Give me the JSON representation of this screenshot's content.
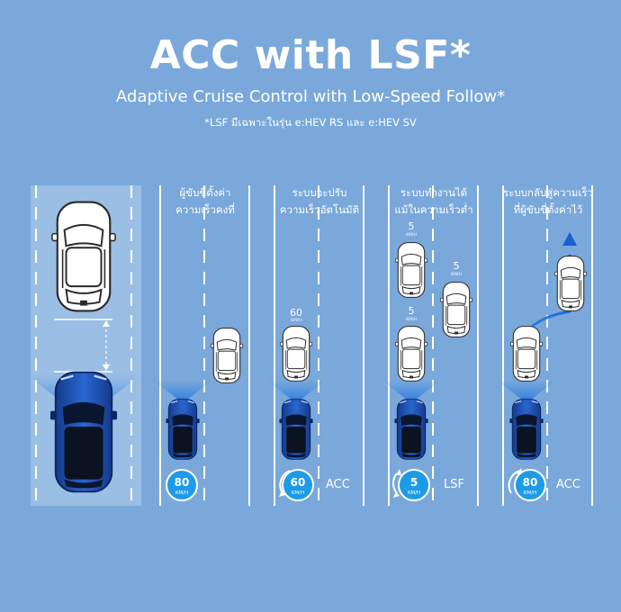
{
  "header": {
    "title": "ACC with LSF*",
    "subtitle": "Adaptive Cruise Control with Low-Speed Follow*",
    "note": "*LSF มีเฉพาะในรุ่น e:HEV RS และ e:HEV SV"
  },
  "steps": [
    {
      "line1": "ผู้ขับขี่ตั้งค่า",
      "line2": "ความเร็วคงที่",
      "speed": "80",
      "unit": "KM/H",
      "mode": ""
    },
    {
      "line1": "ระบบจะปรับ",
      "line2": "ความเร็วอัตโนมัติ",
      "speed": "60",
      "unit": "KM/H",
      "mode": "ACC",
      "lead_speed": "60",
      "lead_unit": "KM/H"
    },
    {
      "line1": "ระบบทำงานได้",
      "line2": "แม้ในความเร็วต่ำ",
      "speed": "5",
      "unit": "KM/H",
      "mode": "LSF",
      "lead_speed": "5",
      "lead_unit": "KM/H"
    },
    {
      "line1": "ระบบกลับสู่ความเร็ว",
      "line2": "ที่ผู้ขับขี่ตั้งค่าไว้",
      "speed": "80",
      "unit": "KM/H",
      "mode": "ACC"
    }
  ],
  "colors": {
    "background": "#7aa8da",
    "ego_car": "#1f4fb0",
    "speed_badge": "#1e9be8",
    "sensor_beam": "#2a7fe0",
    "lead_car": "#ffffff"
  }
}
